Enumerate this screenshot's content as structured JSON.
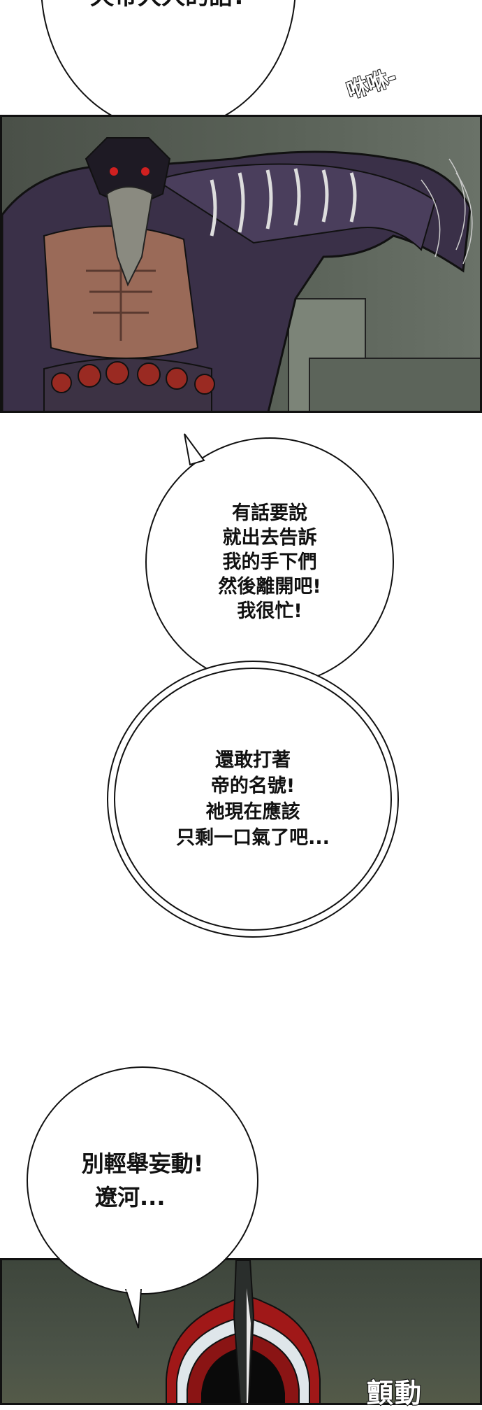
{
  "bubbles": {
    "top": {
      "lines": [
        "天帝大人的話?"
      ]
    },
    "second": {
      "lines": [
        "有話要說",
        "就出去告訴",
        "我的手下們",
        "然後離開吧!",
        "我很忙!"
      ]
    },
    "third": {
      "lines": [
        "還敢打著",
        "帝的名號!",
        "祂現在應該",
        "只剩一口氣了吧..."
      ]
    },
    "fourth": {
      "lines": [
        "別輕舉妄動!",
        "遼河..."
      ]
    }
  },
  "sfx": {
    "whoosh": "咻咻-",
    "tremble": "顫動"
  },
  "colors": {
    "panel_bg": "#4e544c",
    "armor": "#3a3048",
    "skin": "#9a6a58",
    "accent_red": "#a01818"
  }
}
